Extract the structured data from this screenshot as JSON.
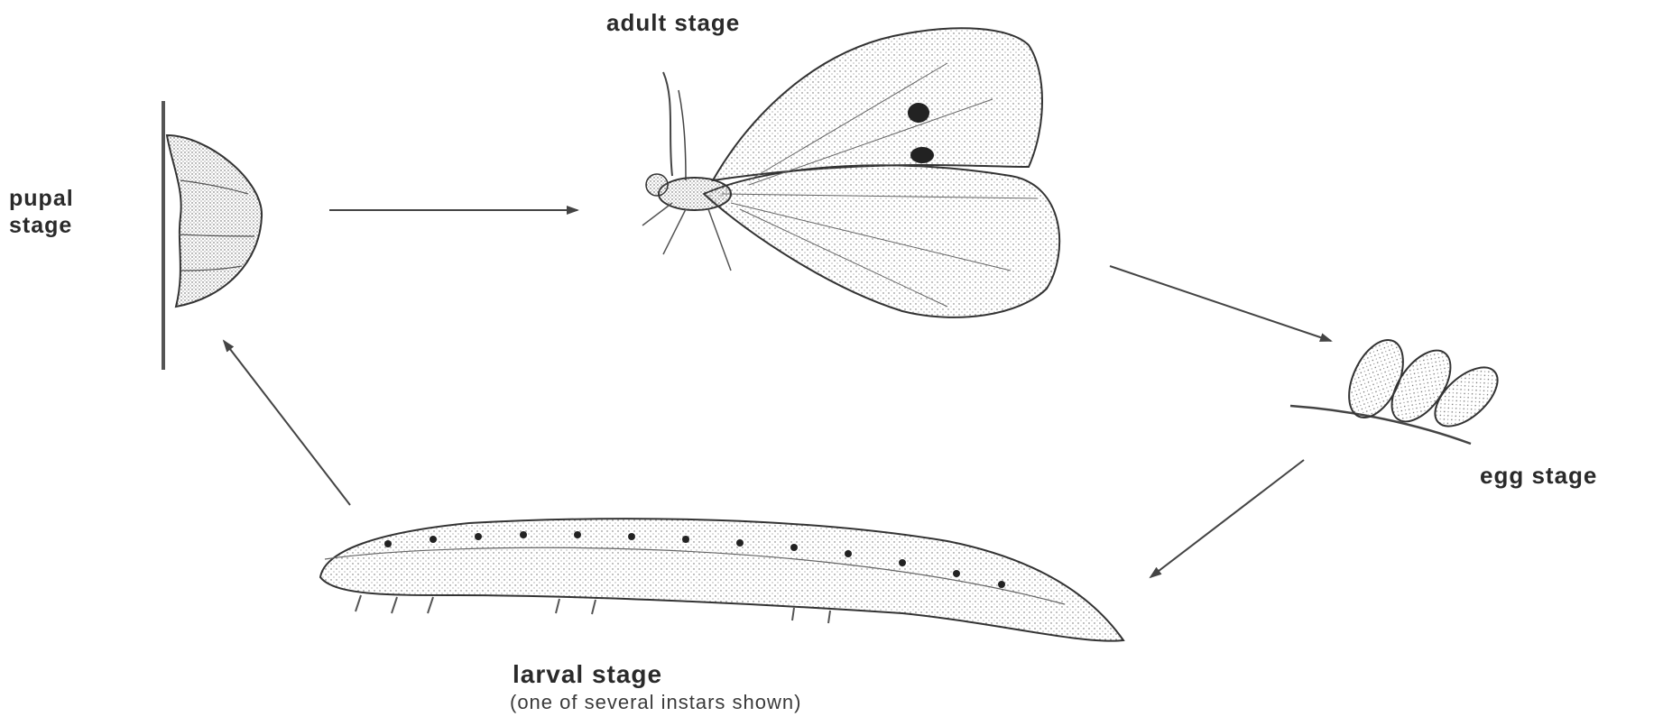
{
  "diagram": {
    "stages": {
      "adult": {
        "label": "adult stage"
      },
      "egg": {
        "label": "egg stage"
      },
      "larval": {
        "label": "larval stage",
        "note": "(one of several instars shown)"
      },
      "pupal": {
        "line1": "pupal",
        "line2": "stage"
      }
    },
    "colors": {
      "ink": "#2a2a2a",
      "stipple": "#555555",
      "arrow": "#444444"
    },
    "icons": [
      "butterfly-icon",
      "egg-cluster-icon",
      "caterpillar-icon",
      "chrysalis-icon",
      "arrow-icon"
    ]
  }
}
